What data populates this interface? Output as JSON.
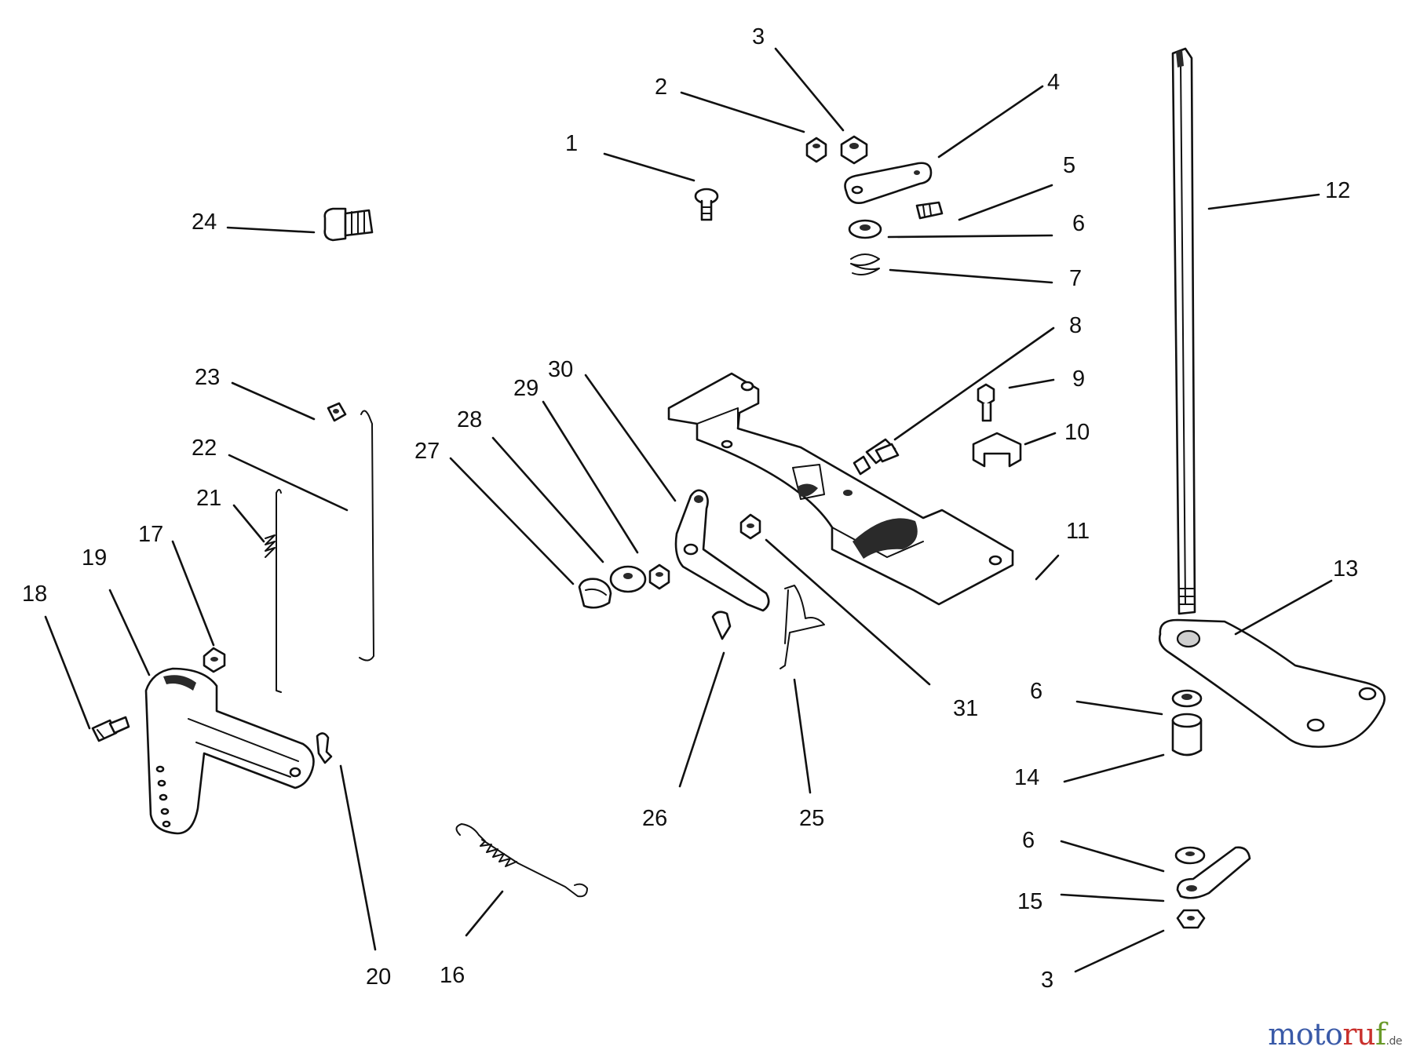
{
  "callouts": [
    {
      "id": "c1",
      "text": "1"
    },
    {
      "id": "c2",
      "text": "2"
    },
    {
      "id": "c3a",
      "text": "3"
    },
    {
      "id": "c4",
      "text": "4"
    },
    {
      "id": "c5",
      "text": "5"
    },
    {
      "id": "c6a",
      "text": "6"
    },
    {
      "id": "c7",
      "text": "7"
    },
    {
      "id": "c8",
      "text": "8"
    },
    {
      "id": "c9",
      "text": "9"
    },
    {
      "id": "c10",
      "text": "10"
    },
    {
      "id": "c11",
      "text": "11"
    },
    {
      "id": "c12",
      "text": "12"
    },
    {
      "id": "c13",
      "text": "13"
    },
    {
      "id": "c6b",
      "text": "6"
    },
    {
      "id": "c14",
      "text": "14"
    },
    {
      "id": "c6c",
      "text": "6"
    },
    {
      "id": "c15",
      "text": "15"
    },
    {
      "id": "c3b",
      "text": "3"
    },
    {
      "id": "c16",
      "text": "16"
    },
    {
      "id": "c17",
      "text": "17"
    },
    {
      "id": "c18",
      "text": "18"
    },
    {
      "id": "c19",
      "text": "19"
    },
    {
      "id": "c20",
      "text": "20"
    },
    {
      "id": "c21",
      "text": "21"
    },
    {
      "id": "c22",
      "text": "22"
    },
    {
      "id": "c23",
      "text": "23"
    },
    {
      "id": "c24",
      "text": "24"
    },
    {
      "id": "c25",
      "text": "25"
    },
    {
      "id": "c26",
      "text": "26"
    },
    {
      "id": "c27",
      "text": "27"
    },
    {
      "id": "c28",
      "text": "28"
    },
    {
      "id": "c29",
      "text": "29"
    },
    {
      "id": "c30",
      "text": "30"
    },
    {
      "id": "c31",
      "text": "31"
    }
  ],
  "watermark": {
    "part1": "moto",
    "part2": "ru",
    "part3": "f",
    "suffix": ".de"
  }
}
